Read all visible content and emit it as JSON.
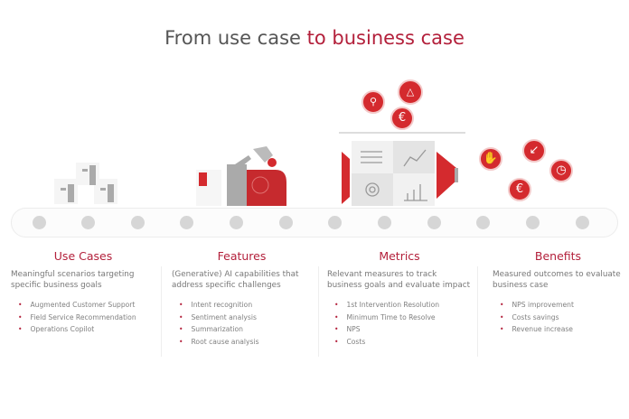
{
  "title": {
    "part1": "From use case",
    "part2": "to business case"
  },
  "columns": [
    {
      "heading": "Use Cases",
      "description": "Meaningful scenarios targeting specific business goals",
      "items": [
        "Augmented Customer Support",
        "Field Service Recommendation",
        "Operations Copilot"
      ]
    },
    {
      "heading": "Features",
      "description": "(Generative) AI capabilities that address specific challenges",
      "items": [
        "Intent recognition",
        "Sentiment analysis",
        "Summarization",
        "Root cause analysis"
      ]
    },
    {
      "heading": "Metrics",
      "description": "Relevant measures to track business goals and evaluate impact",
      "items": [
        "1st Intervention Resolution",
        "Minimum Time to Resolve",
        "NPS",
        "Costs"
      ]
    },
    {
      "heading": "Benefits",
      "description": "Measured outcomes to evaluate business case",
      "items": [
        "NPS improvement",
        "Costs savings",
        "Revenue increase"
      ]
    }
  ],
  "icons": {
    "euro": "€"
  },
  "colors": {
    "accent": "#b3203b",
    "coin": "#d42a2e",
    "gray": "#a9a9a9"
  }
}
